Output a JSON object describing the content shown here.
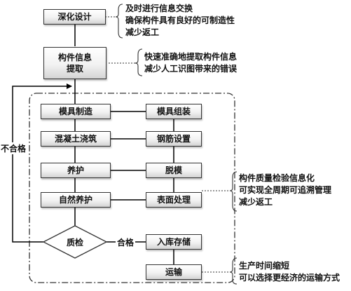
{
  "boxes": {
    "design": "深化设计",
    "info": [
      "构件信息",
      "提取"
    ],
    "mold_make": "模具制造",
    "mold_assemble": "模具组装",
    "pour": "混凝土浇筑",
    "rebar": "钢筋设置",
    "cure": "养护",
    "demold": "脱模",
    "natural_cure": "自然养护",
    "surface": "表面处理",
    "storage": "入库存储",
    "transport": "运输"
  },
  "decision": "质检",
  "labels": {
    "pass": "合格",
    "fail": "不合格"
  },
  "notes": {
    "design": [
      "及时进行信息交换",
      "确保构件具有良好的可制造性",
      "减少返工"
    ],
    "info": [
      "快速准确地提取构件信息",
      "减少人工识图带来的错误"
    ],
    "quality": [
      "构件质量检验信息化",
      "可实现全周期可追溯管理",
      "减少返工"
    ],
    "transport": [
      "生产时间缩短",
      "可以选择更经济的运输方式"
    ]
  }
}
